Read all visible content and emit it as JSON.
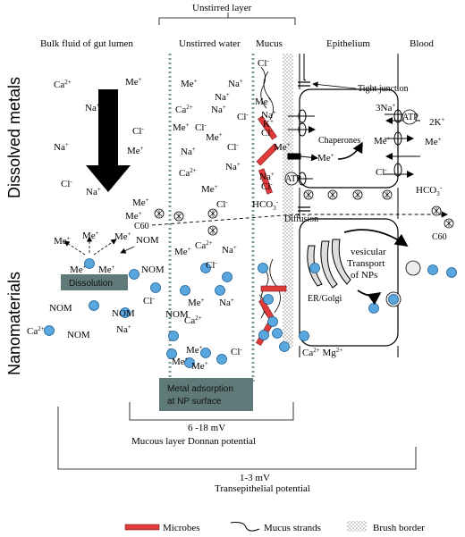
{
  "header": {
    "unstirred_layer": "Unstirred layer",
    "bulk": "Bulk  fluid of gut lumen",
    "unstirred_water": "Unstirred water",
    "mucus": "Mucus",
    "epithelium": "Epithelium",
    "blood": "Blood"
  },
  "side_labels": {
    "dissolved": "Dissolved metals",
    "nano": "Nanomaterials"
  },
  "labels": {
    "tight_junction": "Tight junction",
    "chaperones": "Chaperones",
    "diffusion": "Diffusion",
    "c60": "C60",
    "nom": "NOM",
    "dissolution": "Dissolution",
    "vesicular": "vesicular",
    "transport": "Transport",
    "of_nps": "of NPs",
    "er_golgi": "ER/Golgi",
    "atp": "ATP",
    "three_na": "3Na",
    "two_k": "2K",
    "hco3": "HCO",
    "metal_adsorption_1": "Metal adsorption",
    "metal_adsorption_2": "at NP surface",
    "ca_mg": "Ca",
    "mg": " Mg"
  },
  "ions": {
    "ca": "Ca",
    "na": "Na",
    "me": "Me",
    "cl": "Cl",
    "k": "K",
    "plus": "+",
    "minus": "-",
    "two_plus": "2+",
    "three_minus": "3",
    "sub3": "3"
  },
  "potentials": {
    "donnan_value": "6 -18 mV",
    "donnan_label": "Mucous layer Donnan potential",
    "trans_value": "1-3 mV",
    "trans_label": "Transepithelial potential"
  },
  "legend": {
    "microbes": "Microbes",
    "mucus_strands": "Mucus strands",
    "brush_border": "Brush border"
  },
  "colors": {
    "np_fill": "#5aa7e0",
    "np_stroke": "#1f5f95",
    "microbe": "#e03a3a",
    "box": "#5f7a78",
    "dotted": "#7a9a98"
  }
}
